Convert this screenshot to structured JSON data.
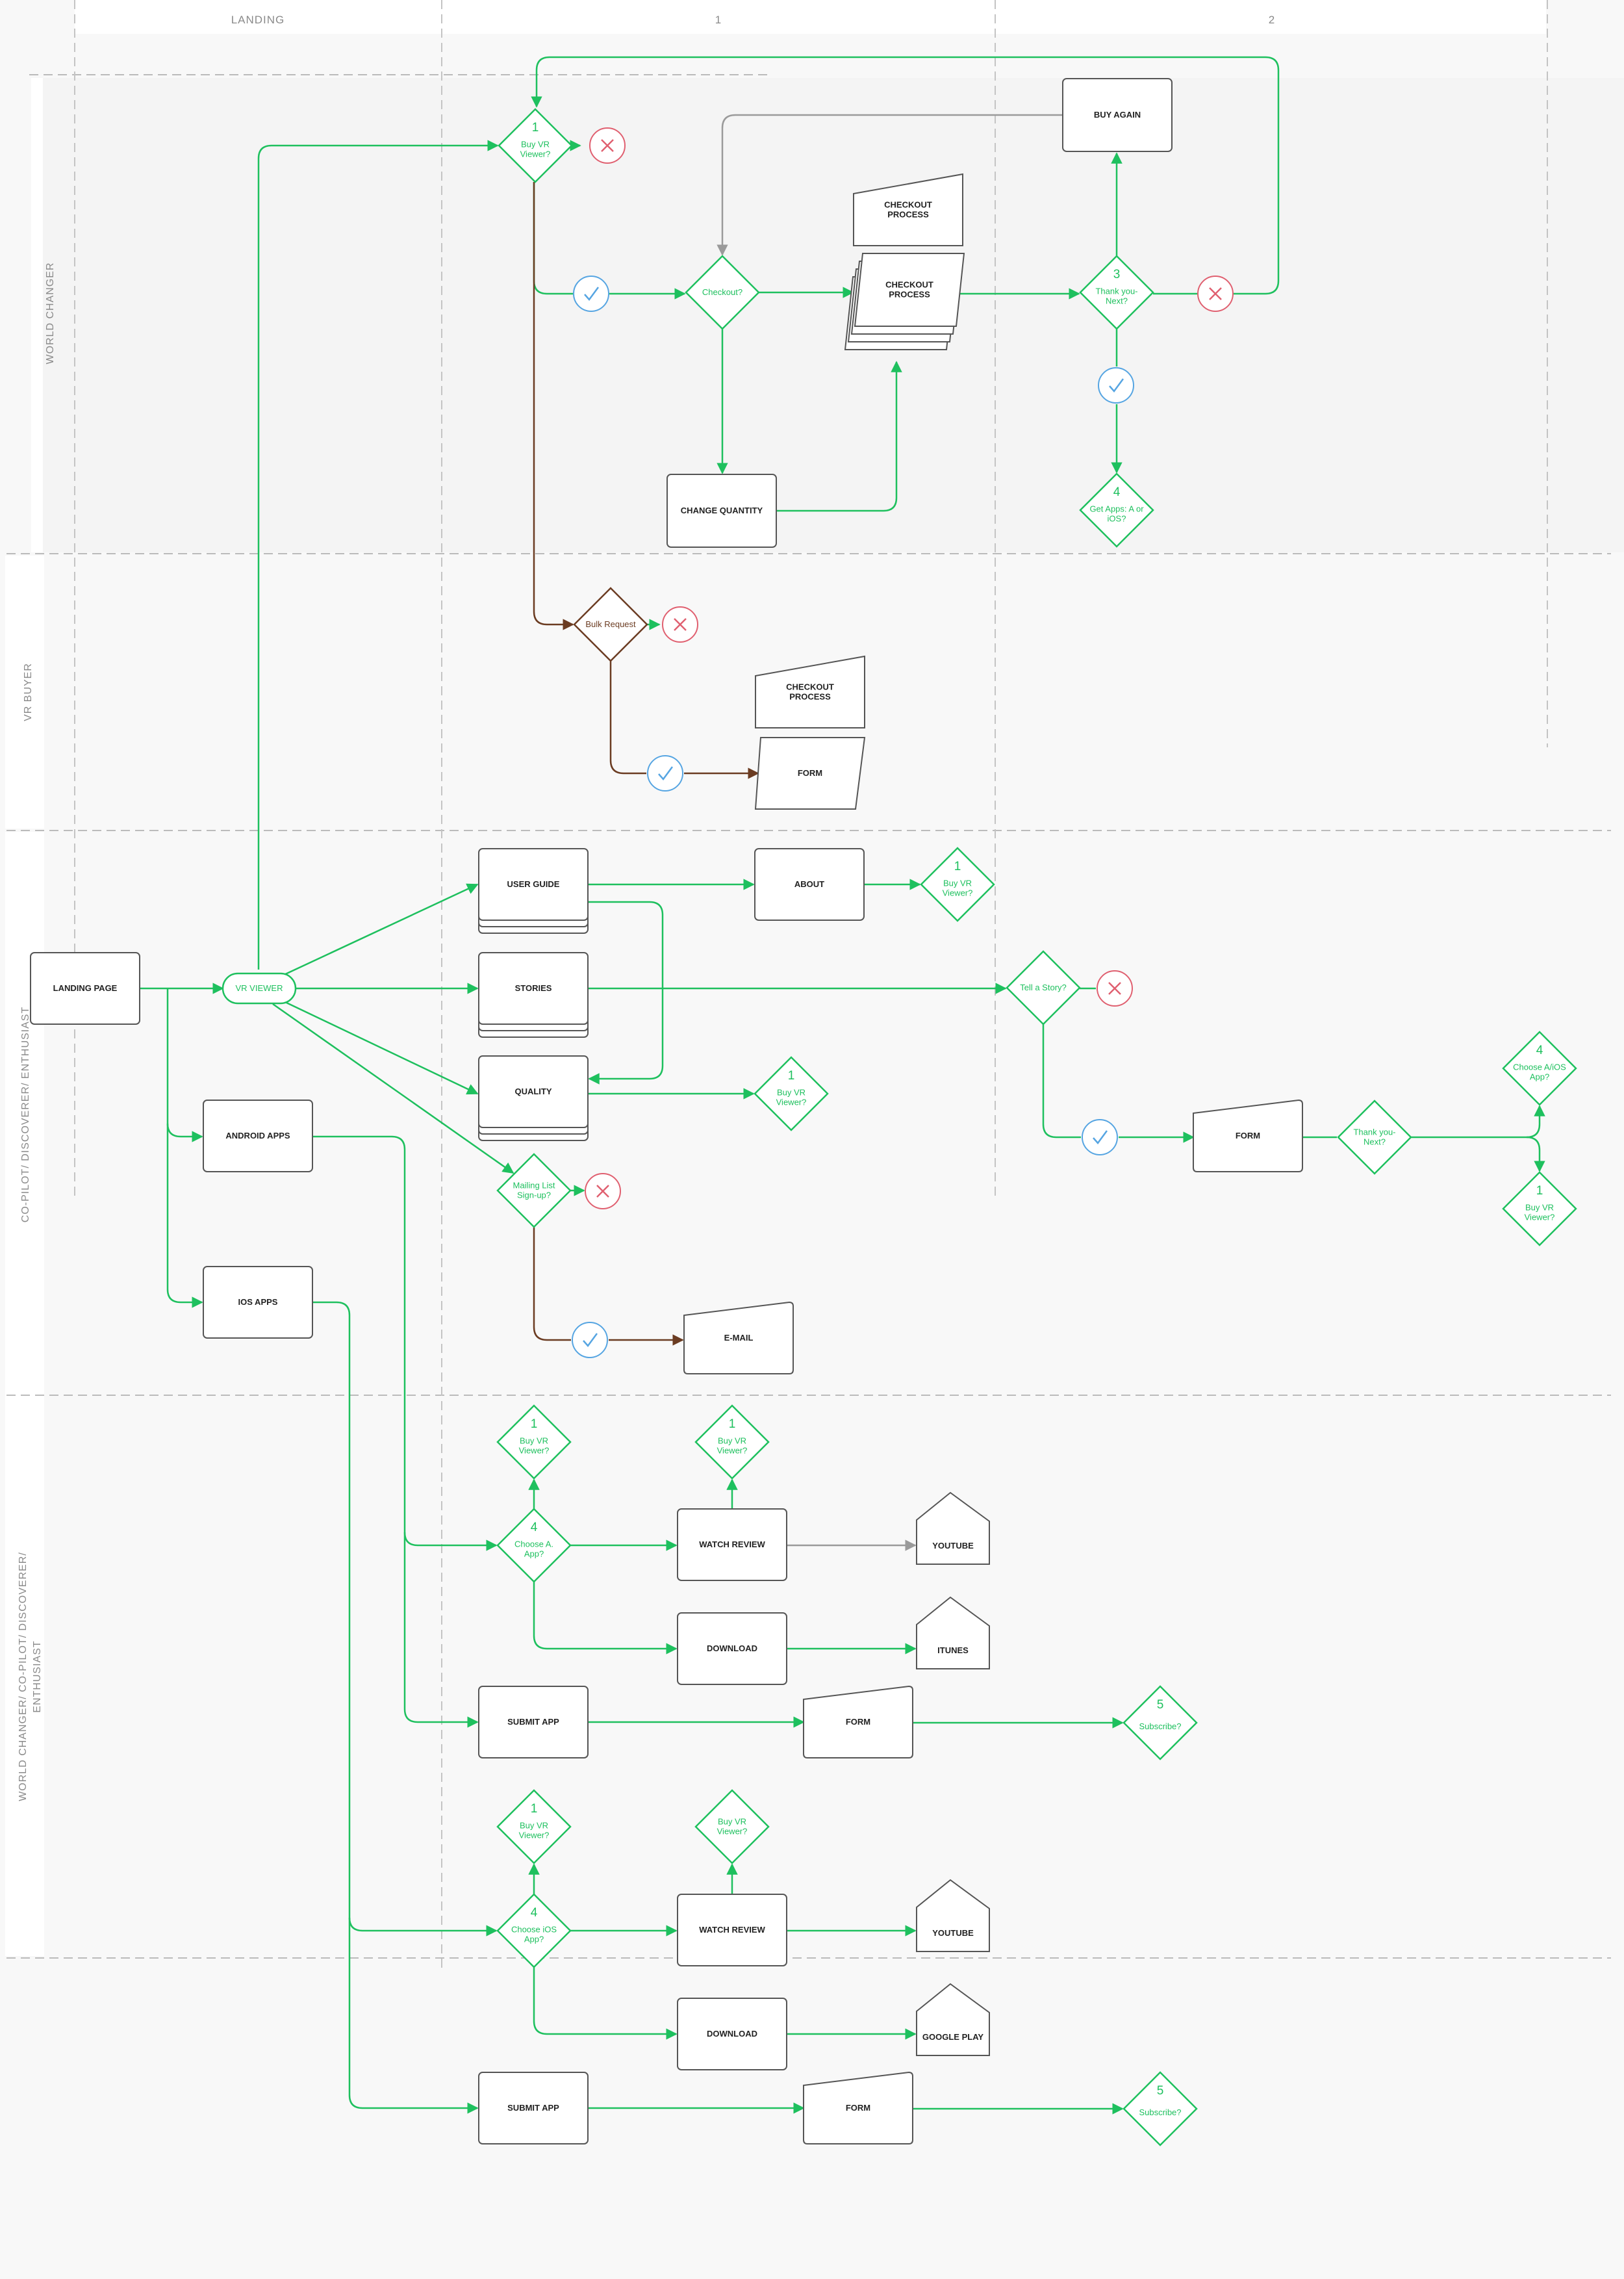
{
  "colors": {
    "green": "#1ec05e",
    "brown": "#6b3c22",
    "gray_arrow": "#9a9a9a",
    "box_stroke": "#555555",
    "check": "#56a5e2",
    "cross": "#e06070",
    "lane_border": "#bbbbbb"
  },
  "columns": {
    "landing": "LANDING",
    "col1": "1",
    "col2": "2"
  },
  "lanes": {
    "world_changer": "WORLD CHANGER",
    "vr_buyer": "VR BUYER",
    "copilot": "CO-PILOT/ DISCOVERER/ ENTHUSIAST",
    "all_line1": "WORLD CHANGER/ CO-PILOT/ DISCOVERER/",
    "all_line2": "ENTHUSIAST"
  },
  "nodes": {
    "buy_again": "BUY AGAIN",
    "checkout_process_1": "CHECKOUT|PROCESS",
    "checkout_process_2": "CHECKOUT|PROCESS",
    "change_quantity": "CHANGE QUANTITY",
    "checkout_process_3": "CHECKOUT|PROCESS",
    "form_buyer": "FORM",
    "user_guide": "USER GUIDE",
    "about": "ABOUT",
    "stories": "STORIES",
    "quality": "QUALITY",
    "landing_page": "LANDING PAGE",
    "vr_viewer": "VR VIEWER",
    "android_apps": "ANDROID APPS",
    "ios_apps": "IOS APPS",
    "form_story": "FORM",
    "email": "E-MAIL",
    "watch_review_a": "WATCH REVIEW",
    "youtube_a": "YOUTUBE",
    "download_a": "DOWNLOAD",
    "itunes": "ITUNES",
    "submit_app_a": "SUBMIT APP",
    "form_a": "FORM",
    "watch_review_i": "WATCH REVIEW",
    "youtube_i": "YOUTUBE",
    "download_i": "DOWNLOAD",
    "google_play": "GOOGLE PLAY",
    "submit_app_i": "SUBMIT APP",
    "form_i": "FORM"
  },
  "decisions": {
    "d_buy_top": {
      "num": "1",
      "text": "Buy VR|Viewer?"
    },
    "d_checkout": {
      "num": "",
      "text": "Checkout?"
    },
    "d_thankyou": {
      "num": "3",
      "text": "Thank you-|Next?"
    },
    "d_getapps": {
      "num": "4",
      "text": "Get Apps: A or|iOS?"
    },
    "d_bulk": {
      "num": "",
      "text": "Bulk Request"
    },
    "d_buy_about": {
      "num": "1",
      "text": "Buy VR|Viewer?"
    },
    "d_buy_quality": {
      "num": "1",
      "text": "Buy VR|Viewer?"
    },
    "d_tellstory": {
      "num": "",
      "text": "Tell a Story?"
    },
    "d_mailing": {
      "num": "",
      "text": "Mailing List|Sign-up?"
    },
    "d_thankyou2": {
      "num": "",
      "text": "Thank you-|Next?"
    },
    "d_choose_ai": {
      "num": "4",
      "text": "Choose A/iOS|App?"
    },
    "d_buy_story": {
      "num": "1",
      "text": "Buy VR|Viewer?"
    },
    "d_buy_a1": {
      "num": "1",
      "text": "Buy VR|Viewer?"
    },
    "d_buy_a2": {
      "num": "1",
      "text": "Buy VR|Viewer?"
    },
    "d_choose_a": {
      "num": "4",
      "text": "Choose A.|App?"
    },
    "d_sub_a": {
      "num": "5",
      "text": "Subscribe?"
    },
    "d_buy_i1": {
      "num": "1",
      "text": "Buy VR|Viewer?"
    },
    "d_buy_i2": {
      "num": "",
      "text": "Buy VR|Viewer?"
    },
    "d_choose_i": {
      "num": "4",
      "text": "Choose iOS|App?"
    },
    "d_sub_i": {
      "num": "5",
      "text": "Subscribe?"
    }
  },
  "icons": {
    "check": "checkmark-circle-icon",
    "cross": "x-circle-icon"
  }
}
